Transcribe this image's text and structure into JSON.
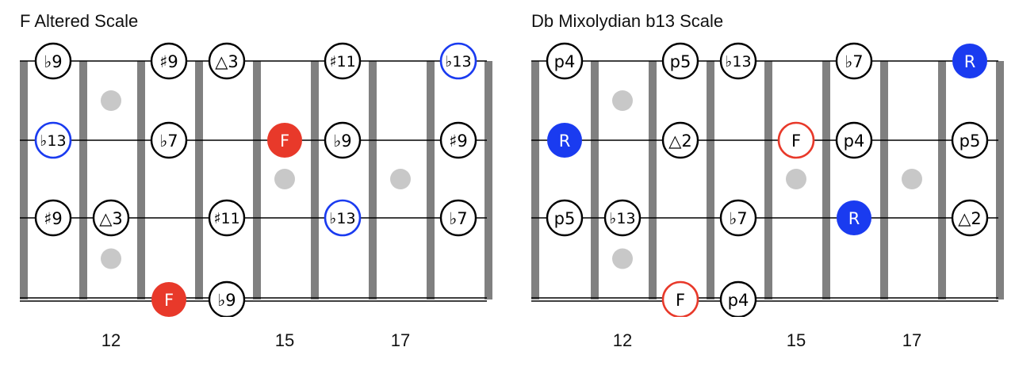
{
  "diagrams": [
    {
      "title": "F Altered Scale",
      "fret_numbers": [
        {
          "label": "12",
          "fret": 12
        },
        {
          "label": "15",
          "fret": 15
        },
        {
          "label": "17",
          "fret": 17
        }
      ],
      "inlays": [
        {
          "fret": 12,
          "between": 1
        },
        {
          "fret": 12,
          "between": 3
        },
        {
          "fret": 15,
          "between": 2
        },
        {
          "fret": 17,
          "between": 2
        }
      ],
      "notes": [
        {
          "label": "♭9",
          "string": 0,
          "fret": 11,
          "style": "plain"
        },
        {
          "label": "♯9",
          "string": 0,
          "fret": 13,
          "style": "plain"
        },
        {
          "label": "△3",
          "string": 0,
          "fret": 14,
          "style": "plain"
        },
        {
          "label": "♯11",
          "string": 0,
          "fret": 16,
          "style": "plain"
        },
        {
          "label": "♭13",
          "string": 0,
          "fret": 18,
          "style": "blue-ring"
        },
        {
          "label": "♭13",
          "string": 1,
          "fret": 11,
          "style": "blue-ring"
        },
        {
          "label": "♭7",
          "string": 1,
          "fret": 13,
          "style": "plain"
        },
        {
          "label": "F",
          "string": 1,
          "fret": 15,
          "style": "red-fill"
        },
        {
          "label": "♭9",
          "string": 1,
          "fret": 16,
          "style": "plain"
        },
        {
          "label": "♯9",
          "string": 1,
          "fret": 18,
          "style": "plain"
        },
        {
          "label": "♯9",
          "string": 2,
          "fret": 11,
          "style": "plain"
        },
        {
          "label": "△3",
          "string": 2,
          "fret": 12,
          "style": "plain"
        },
        {
          "label": "♯11",
          "string": 2,
          "fret": 14,
          "style": "plain"
        },
        {
          "label": "♭13",
          "string": 2,
          "fret": 16,
          "style": "blue-ring"
        },
        {
          "label": "♭7",
          "string": 2,
          "fret": 18,
          "style": "plain"
        },
        {
          "label": "F",
          "string": 3,
          "fret": 13,
          "style": "red-fill"
        },
        {
          "label": "♭9",
          "string": 3,
          "fret": 14,
          "style": "plain"
        }
      ]
    },
    {
      "title": "Db Mixolydian b13 Scale",
      "fret_numbers": [
        {
          "label": "12",
          "fret": 12
        },
        {
          "label": "15",
          "fret": 15
        },
        {
          "label": "17",
          "fret": 17
        }
      ],
      "inlays": [
        {
          "fret": 12,
          "between": 1
        },
        {
          "fret": 12,
          "between": 3
        },
        {
          "fret": 15,
          "between": 2
        },
        {
          "fret": 17,
          "between": 2
        }
      ],
      "notes": [
        {
          "label": "p4",
          "string": 0,
          "fret": 11,
          "style": "plain"
        },
        {
          "label": "p5",
          "string": 0,
          "fret": 13,
          "style": "plain"
        },
        {
          "label": "♭13",
          "string": 0,
          "fret": 14,
          "style": "plain"
        },
        {
          "label": "♭7",
          "string": 0,
          "fret": 16,
          "style": "plain"
        },
        {
          "label": "R",
          "string": 0,
          "fret": 18,
          "style": "blue-fill"
        },
        {
          "label": "R",
          "string": 1,
          "fret": 11,
          "style": "blue-fill"
        },
        {
          "label": "△2",
          "string": 1,
          "fret": 13,
          "style": "plain"
        },
        {
          "label": "F",
          "string": 1,
          "fret": 15,
          "style": "red-ring"
        },
        {
          "label": "p4",
          "string": 1,
          "fret": 16,
          "style": "plain"
        },
        {
          "label": "p5",
          "string": 1,
          "fret": 18,
          "style": "plain"
        },
        {
          "label": "p5",
          "string": 2,
          "fret": 11,
          "style": "plain"
        },
        {
          "label": "♭13",
          "string": 2,
          "fret": 12,
          "style": "plain"
        },
        {
          "label": "♭7",
          "string": 2,
          "fret": 14,
          "style": "plain"
        },
        {
          "label": "R",
          "string": 2,
          "fret": 16,
          "style": "blue-fill"
        },
        {
          "label": "△2",
          "string": 2,
          "fret": 18,
          "style": "plain"
        },
        {
          "label": "F",
          "string": 3,
          "fret": 13,
          "style": "red-ring"
        },
        {
          "label": "p4",
          "string": 3,
          "fret": 14,
          "style": "plain"
        }
      ]
    }
  ],
  "colors": {
    "fret_bar": "#808080",
    "string_line": "#000000",
    "inlay": "#c8c8c8",
    "root_red": "#e8392a",
    "root_blue": "#1a3bf0",
    "note_ring": "#000000"
  }
}
